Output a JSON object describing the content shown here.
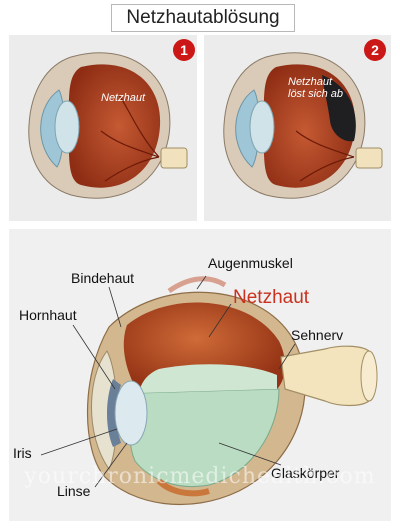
{
  "title": "Netzhautablösung",
  "panel1": {
    "number": "1",
    "label": "Netzhaut"
  },
  "panel2": {
    "number": "2",
    "label_line1": "Netzhaut",
    "label_line2": "löst sich ab"
  },
  "panel3": {
    "labels": {
      "augenmuskel": "Augenmuskel",
      "bindehaut": "Bindehaut",
      "netzhaut": "Netzhaut",
      "hornhaut": "Hornhaut",
      "sehnerv": "Sehnerv",
      "iris": "Iris",
      "glaskoerper": "Glaskörper",
      "linse": "Linse"
    },
    "watermark": "yourchronicmedichealth.com"
  },
  "colors": {
    "retina": "#b3401f",
    "vitreous": "#b9dcc2",
    "badge": "#cc1717",
    "highlight": "#c8321e"
  }
}
